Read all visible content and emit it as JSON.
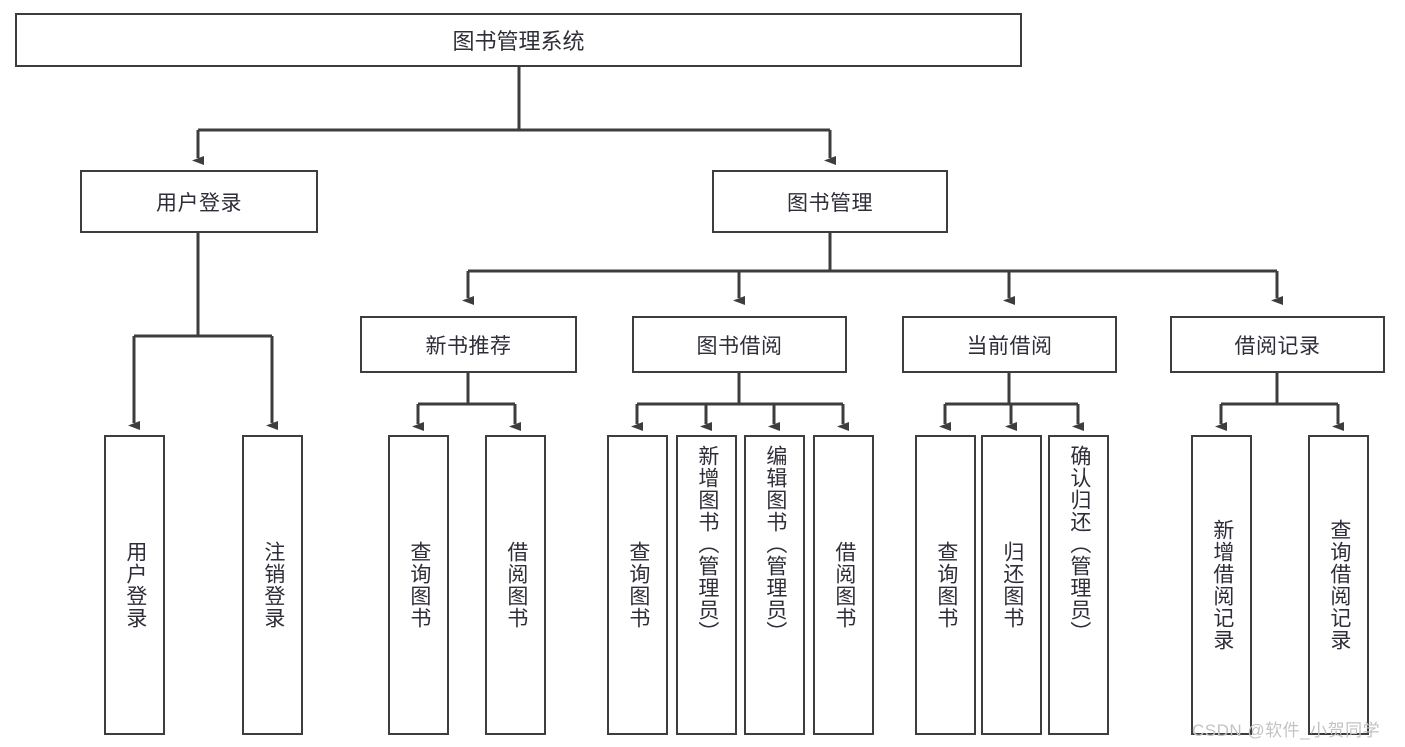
{
  "diagram": {
    "title": "图书管理系统",
    "root": {
      "label": "图书管理系统"
    },
    "level1": [
      {
        "label": "用户登录"
      },
      {
        "label": "图书管理"
      }
    ],
    "level2": [
      {
        "label": "新书推荐"
      },
      {
        "label": "图书借阅"
      },
      {
        "label": "当前借阅"
      },
      {
        "label": "借阅记录"
      }
    ],
    "leaves": {
      "user_login": [
        {
          "label": "用户登录"
        },
        {
          "label": "注销登录"
        }
      ],
      "new_book_recommend": [
        {
          "label": "查询图书"
        },
        {
          "label": "借阅图书"
        }
      ],
      "book_borrow": [
        {
          "label": "查询图书"
        },
        {
          "label": "新增图书（管理员）"
        },
        {
          "label": "编辑图书（管理员）"
        },
        {
          "label": "借阅图书"
        }
      ],
      "current_borrow": [
        {
          "label": "查询图书"
        },
        {
          "label": "归还图书"
        },
        {
          "label": "确认归还（管理员）"
        }
      ],
      "borrow_record": [
        {
          "label": "新增借阅记录"
        },
        {
          "label": "查询借阅记录"
        }
      ]
    }
  },
  "watermark": {
    "text": "CSDN @软件_小贺同学"
  },
  "colors": {
    "border": "#3d3d3d",
    "text": "#2e2e38",
    "background": "#ffffff",
    "watermark": "#c3c3c3"
  }
}
